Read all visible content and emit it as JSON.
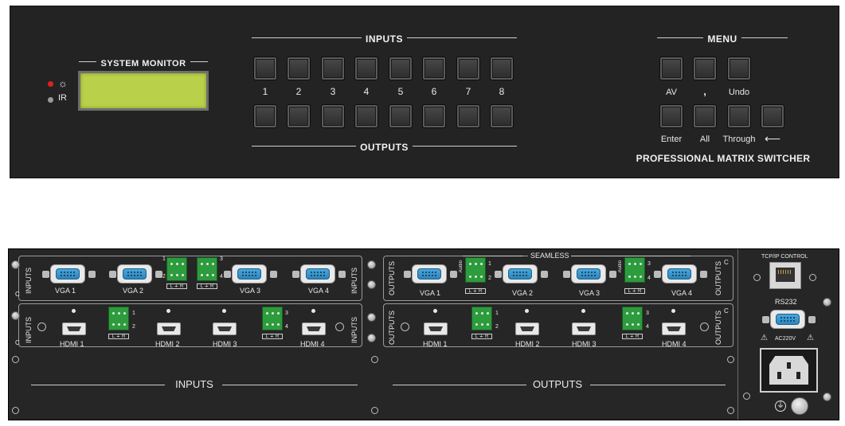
{
  "front": {
    "system_monitor": "SYSTEM MONITOR",
    "indicators": [
      {
        "icon": "sun-icon",
        "symbol": "☼",
        "led_color": "#e02020"
      },
      {
        "icon": "ir-icon",
        "label": "IR",
        "led_color": "#9a9a9a"
      }
    ],
    "inputs_header": "INPUTS",
    "outputs_header": "OUTPUTS",
    "channel_numbers": [
      "1",
      "2",
      "3",
      "4",
      "5",
      "6",
      "7",
      "8"
    ],
    "menu_header": "MENU",
    "menu_labels": [
      "AV",
      ",",
      "Undo",
      "Enter",
      "All",
      "Through",
      "⟵"
    ],
    "product_name": "PROFESSIONAL MATRIX SWITCHER",
    "lcd_color": "#b9d04a"
  },
  "rear": {
    "left_card_label": "INPUTS",
    "right_card_label": "OUTPUTS",
    "seamless": "SEAMLESS",
    "vga_labels": [
      "VGA 1",
      "VGA 2",
      "VGA 3",
      "VGA 4"
    ],
    "hdmi_labels": [
      "HDMI 1",
      "HDMI 2",
      "HDMI 3",
      "HDMI 4"
    ],
    "audio_lr": "L ⏚ R",
    "audio_text": "Audio",
    "channel_marks": [
      "1",
      "2",
      "3",
      "4"
    ],
    "c_mark": "C",
    "bottom_inputs": "INPUTS",
    "bottom_outputs": "OUTPUTS",
    "tcpip": "TCP/IP CONTROL",
    "rs232": "RS232",
    "power": "AC220V",
    "warning_symbol": "⚠",
    "ground_symbol": "⏚"
  }
}
